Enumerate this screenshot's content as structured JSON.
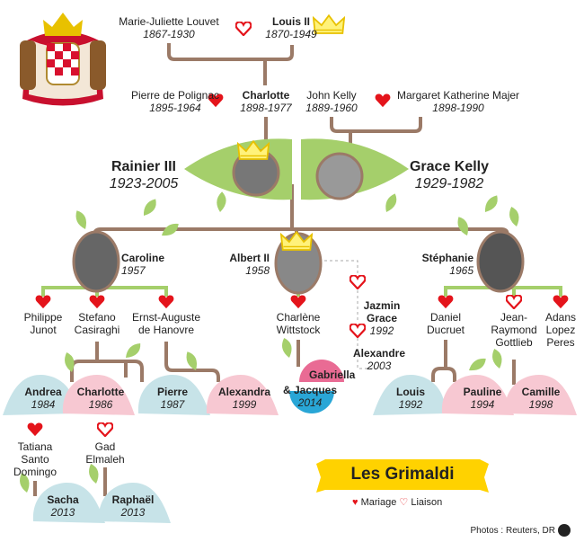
{
  "title": "Les Grimaldi",
  "legend": {
    "marriage": "Mariage",
    "liaison": "Liaison"
  },
  "credit": "Photos : Reuters, DR",
  "credit_logo": "afp",
  "gen1": {
    "louvet": {
      "name": "Marie-Juliette Louvet",
      "years": "1867-1930"
    },
    "louis": {
      "name": "Louis II",
      "years": "1870-1949"
    }
  },
  "gen2": {
    "polignac": {
      "name": "Pierre de Polignac",
      "years": "1895-1964"
    },
    "charlotte": {
      "name": "Charlotte",
      "years": "1898-1977"
    },
    "john": {
      "name": "John Kelly",
      "years": "1889-1960"
    },
    "margaret": {
      "name": "Margaret Katherine Majer",
      "years": "1898-1990"
    }
  },
  "gen3": {
    "rainier": {
      "name": "Rainier III",
      "years": "1923-2005"
    },
    "grace": {
      "name": "Grace Kelly",
      "years": "1929-1982"
    }
  },
  "children": {
    "caroline": {
      "name": "Caroline",
      "year": "1957"
    },
    "albert": {
      "name": "Albert II",
      "year": "1958"
    },
    "stephanie": {
      "name": "Stéphanie",
      "year": "1965"
    }
  },
  "spouses": {
    "junot": {
      "l1": "Philippe",
      "l2": "Junot"
    },
    "casiraghi": {
      "l1": "Stefano",
      "l2": "Casiraghi"
    },
    "hanovre": {
      "l1": "Ernst-Auguste",
      "l2": "de Hanovre"
    },
    "wittstock": {
      "l1": "Charlène",
      "l2": "Wittstock"
    },
    "ducruet": {
      "l1": "Daniel",
      "l2": "Ducruet"
    },
    "gottlieb": {
      "l1": "Jean-",
      "l2": "Raymond",
      "l3": "Gottlieb"
    },
    "peres": {
      "l1": "Adans",
      "l2": "Lopez",
      "l3": "Peres"
    },
    "tatiana": {
      "l1": "Tatiana",
      "l2": "Santo",
      "l3": "Domingo"
    },
    "gad": {
      "l1": "Gad",
      "l2": "Elmaleh"
    }
  },
  "albert_other": {
    "jazmin": {
      "l1": "Jazmin",
      "l2": "Grace",
      "year": "1992"
    },
    "alexandre": {
      "name": "Alexandre",
      "year": "2003"
    }
  },
  "grandchildren": [
    {
      "name": "Andrea",
      "year": "1984"
    },
    {
      "name": "Charlotte",
      "year": "1986"
    },
    {
      "name": "Pierre",
      "year": "1987"
    },
    {
      "name": "Alexandra",
      "year": "1999"
    },
    {
      "name": "Gabriella",
      "name2": "& Jacques",
      "year": "2014"
    },
    {
      "name": "Louis",
      "year": "1992"
    },
    {
      "name": "Pauline",
      "year": "1994"
    },
    {
      "name": "Camille",
      "year": "1998"
    }
  ],
  "great_grandchildren": [
    {
      "name": "Sacha",
      "year": "2013"
    },
    {
      "name": "Raphaël",
      "year": "2013"
    }
  ],
  "colors": {
    "trunk": "#9b7a67",
    "branch": "#a5cf6b",
    "leaf_green": "#a5cf6b",
    "boy": "#c7e3e8",
    "girl": "#f7c8d2",
    "heart": "#e4141b",
    "banner": "#ffd200",
    "twin_blue": "#29a6d6",
    "twin_pink": "#e96b94"
  }
}
